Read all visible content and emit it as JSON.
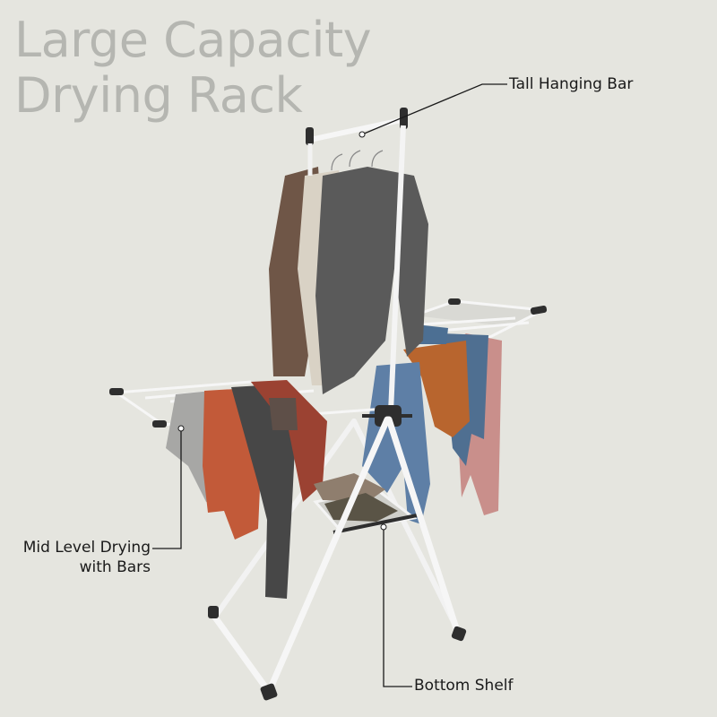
{
  "title": {
    "line1": "Large Capacity",
    "line2": "Drying Rack"
  },
  "callouts": {
    "tall_hanging_bar": "Tall Hanging Bar",
    "mid_level_line1": "Mid Level Drying",
    "mid_level_line2": "with Bars",
    "bottom_shelf": "Bottom Shelf"
  },
  "colors": {
    "background": "#e5e5df",
    "title": "#b5b6b1",
    "frame": "#f4f4f4",
    "caps": "#2e2e2e"
  }
}
